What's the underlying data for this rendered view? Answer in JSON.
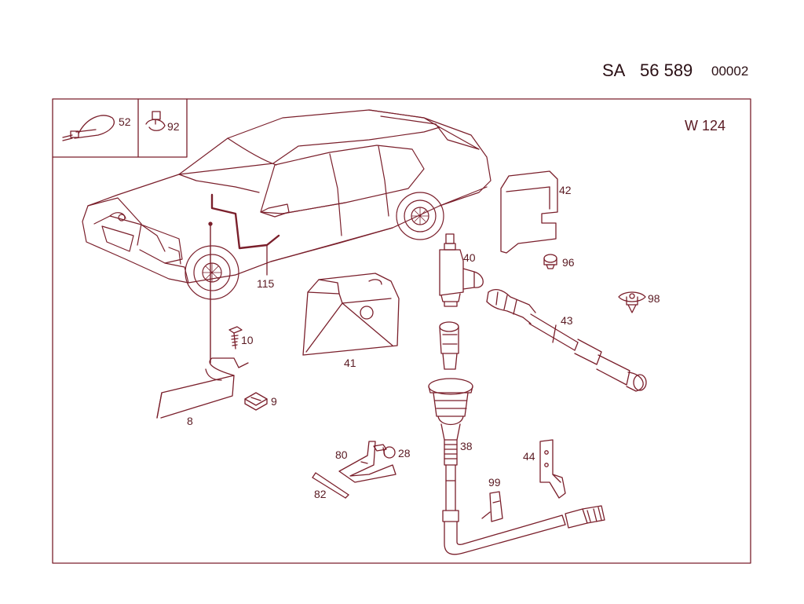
{
  "header": {
    "prefix": "SA",
    "number": "56 589",
    "sheet": "00002"
  },
  "model": "W 124",
  "colors": {
    "line": "#7a1f2b",
    "text": "#5a1a22",
    "background": "#ffffff"
  },
  "inset": [
    {
      "part": "52",
      "icon": "cable-tie-icon"
    },
    {
      "part": "92",
      "icon": "cable-clip-icon"
    }
  ],
  "parts": [
    "115",
    "42",
    "40",
    "96",
    "98",
    "43",
    "41",
    "10",
    "9",
    "8",
    "38",
    "80",
    "28",
    "82",
    "44",
    "99"
  ]
}
